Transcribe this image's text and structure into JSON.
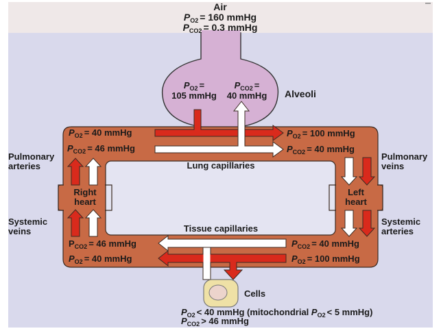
{
  "title": "Gas exchange: partial pressures of O2 and CO2 in the circulation",
  "colors": {
    "air_bg": "#efe8e8",
    "panel_bg": "#d9d9ec",
    "alveolus": "#d6b1d4",
    "vessel": "#c86a45",
    "o2_arrow": "#d92a1c",
    "co2_arrow": "#ffffff",
    "inner": "#e4e4f2",
    "cell": "#efe1a6",
    "nucleus": "#ecd4cc"
  },
  "air": {
    "label": "Air",
    "po2": {
      "symbol": "P",
      "sub": "O2",
      "value": "= 160 mmHg"
    },
    "pco2": {
      "symbol": "P",
      "sub": "CO2",
      "value": "= 0.3 mmHg"
    }
  },
  "alveoli": {
    "label": "Alveoli",
    "po2": {
      "symbol": "P",
      "sub": "O2",
      "eq": "=",
      "value": "105 mmHg"
    },
    "pco2": {
      "symbol": "P",
      "sub": "CO2",
      "eq": "=",
      "value": "40 mmHg"
    }
  },
  "lung_capillaries": {
    "label": "Lung capillaries",
    "in_po2": {
      "symbol": "P",
      "sub": "O2",
      "value": "= 40 mmHg"
    },
    "in_pco2": {
      "symbol": "P",
      "sub": "CO2",
      "value": "= 46 mmHg"
    },
    "out_po2": {
      "symbol": "P",
      "sub": "O2",
      "value": "= 100 mmHg"
    },
    "out_pco2": {
      "symbol": "P",
      "sub": "CO2",
      "value": "= 40 mmHg"
    }
  },
  "tissue_capillaries": {
    "label": "Tissue capillaries",
    "in_pco2": {
      "symbol": "P",
      "sub": "CO2",
      "value": "= 40 mmHg"
    },
    "in_po2": {
      "symbol": "P",
      "sub": "O2",
      "value": "= 100 mmHg"
    },
    "out_pco2": {
      "symbol": "P",
      "sub": "CO2",
      "value": "= 46 mmHg"
    },
    "out_po2": {
      "symbol": "P",
      "sub": "O2",
      "value": "= 40 mmHg"
    }
  },
  "vessels": {
    "pulmonary_arteries": [
      "Pulmonary",
      "arteries"
    ],
    "pulmonary_veins": [
      "Pulmonary",
      "veins"
    ],
    "systemic_veins": [
      "Systemic",
      "veins"
    ],
    "systemic_arteries": [
      "Systemic",
      "arteries"
    ]
  },
  "hearts": {
    "right": [
      "Right",
      "heart"
    ],
    "left": [
      "Left",
      "heart"
    ]
  },
  "cells": {
    "label": "Cells",
    "po2_line": {
      "symbol": "P",
      "sub": "O2",
      "value": "< 40 mmHg (mitochondrial ",
      "symbol2": "P",
      "sub2": "O2",
      "value2": "< 5 mmHg)"
    },
    "pco2_line": {
      "symbol": "P",
      "sub": "CO2",
      "value": "> 46 mmHg"
    }
  }
}
